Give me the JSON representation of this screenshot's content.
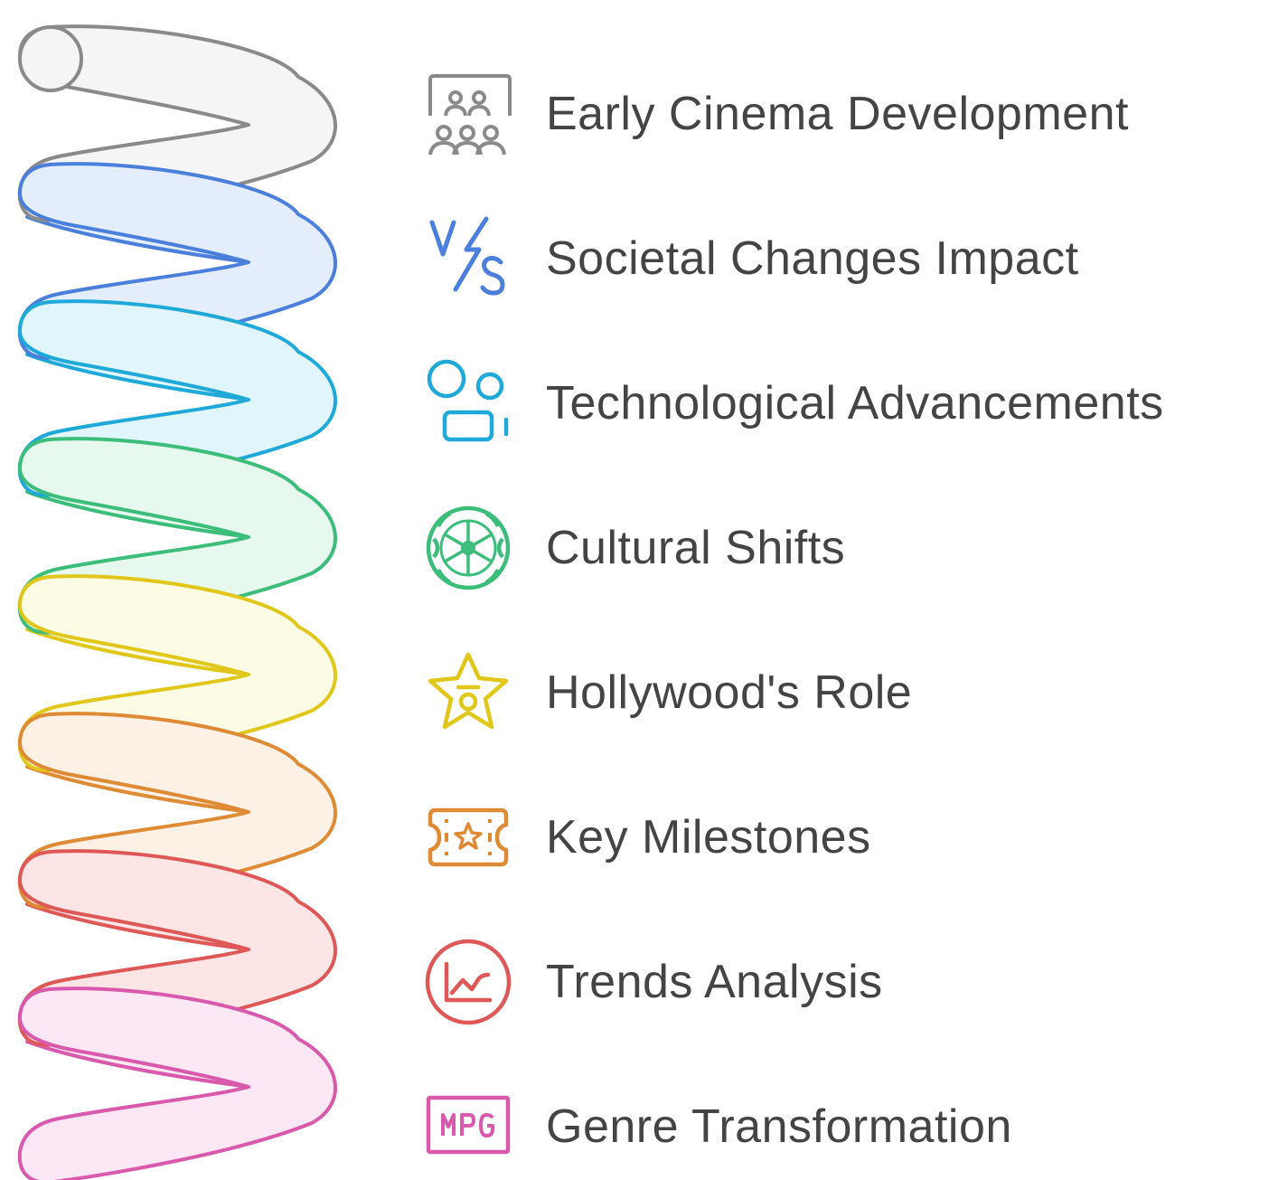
{
  "items": [
    {
      "label": "Early Cinema Development",
      "icon": "audience-icon",
      "color": "#8a8a8a",
      "fill": "#f5f5f5"
    },
    {
      "label": "Societal Changes Impact",
      "icon": "versus-icon",
      "color": "#4a7fdc",
      "fill": "#e4edfc"
    },
    {
      "label": "Technological Advancements",
      "icon": "camera-shapes-icon",
      "color": "#1ea9d8",
      "fill": "#e1f6fc"
    },
    {
      "label": "Cultural Shifts",
      "icon": "film-reel-icon",
      "color": "#3cbd7a",
      "fill": "#e7f8ef"
    },
    {
      "label": "Hollywood's Role",
      "icon": "star-award-icon",
      "color": "#e0c71a",
      "fill": "#fcfbe4"
    },
    {
      "label": "Key Milestones",
      "icon": "ticket-icon",
      "color": "#df8a35",
      "fill": "#fdf1e6"
    },
    {
      "label": "Trends Analysis",
      "icon": "trend-chart-icon",
      "color": "#de5858",
      "fill": "#fde5e5"
    },
    {
      "label": "Genre Transformation",
      "icon": "mpg-file-icon",
      "color": "#d95aac",
      "fill": "#fce7f4"
    }
  ]
}
